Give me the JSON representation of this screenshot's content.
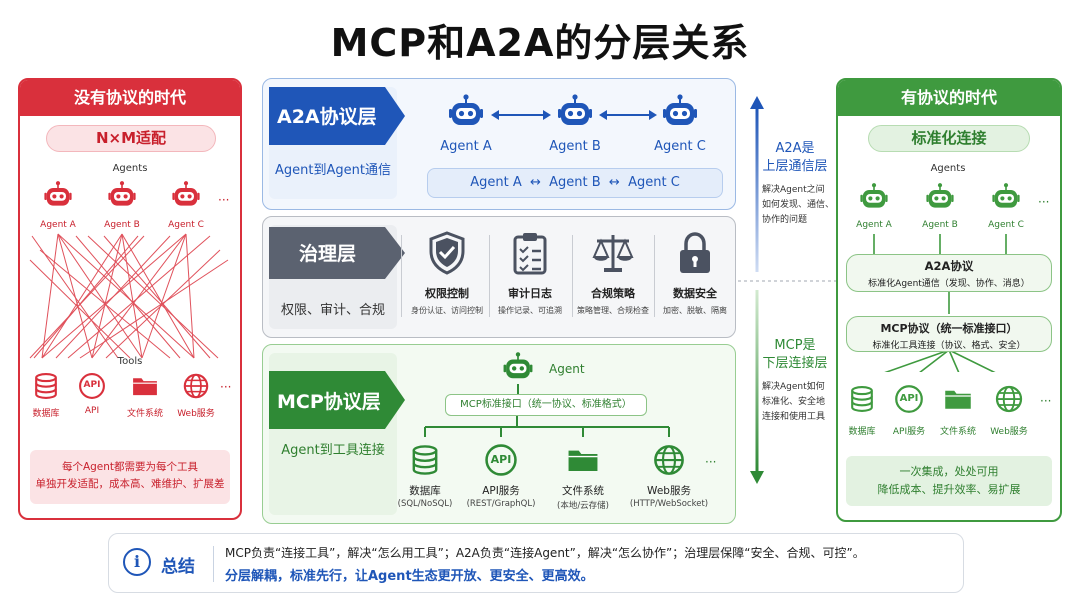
{
  "title": "MCP和A2A的分层关系",
  "left": {
    "header": "没有协议的时代",
    "pill": "N×M适配",
    "agents_label": "Agents",
    "agents": [
      "Agent A",
      "Agent B",
      "Agent C"
    ],
    "ellipsis": "···",
    "tools_label": "Tools",
    "tools": [
      {
        "label": "数据库",
        "icon": "database-icon"
      },
      {
        "label": "API",
        "icon": "api-icon"
      },
      {
        "label": "文件系统",
        "icon": "folder-icon"
      },
      {
        "label": "Web服务",
        "icon": "globe-icon"
      }
    ],
    "api_glyph": "API",
    "note_line1": "每个Agent都需要为每个工具",
    "note_line2": "单独开发适配，成本高、难维护、扩展差",
    "color": "#d9303c"
  },
  "a2a_layer": {
    "tag": "A2A协议层",
    "sub": "Agent到Agent通信",
    "agents": [
      "Agent A",
      "Agent B",
      "Agent C"
    ],
    "flow": "Agent A  ↔  Agent B  ↔  Agent C",
    "color": "#1f56b8"
  },
  "gov_layer": {
    "tag": "治理层",
    "sub": "权限、审计、合规",
    "items": [
      {
        "title": "权限控制",
        "sub": "身份认证、访问控制",
        "icon": "shield-check-icon"
      },
      {
        "title": "审计日志",
        "sub": "操作记录、可追溯",
        "icon": "clipboard-list-icon"
      },
      {
        "title": "合规策略",
        "sub": "策略管理、合规检查",
        "icon": "scales-icon"
      },
      {
        "title": "数据安全",
        "sub": "加密、脱敏、隔离",
        "icon": "lock-icon"
      }
    ],
    "color": "#5b6270"
  },
  "mcp_layer": {
    "tag": "MCP协议层",
    "sub": "Agent到工具连接",
    "agent_label": "Agent",
    "interface": "MCP标准接口（统一协议、标准格式）",
    "tools": [
      {
        "title": "数据库",
        "sub": "(SQL/NoSQL)",
        "icon": "database-icon"
      },
      {
        "title": "API服务",
        "sub": "(REST/GraphQL)",
        "icon": "api-icon"
      },
      {
        "title": "文件系统",
        "sub": "(本地/云存储)",
        "icon": "folder-icon"
      },
      {
        "title": "Web服务",
        "sub": "(HTTP/WebSocket)",
        "icon": "globe-icon"
      }
    ],
    "api_glyph": "API",
    "ellipsis": "···",
    "color": "#2f8a36"
  },
  "side_upper": {
    "title_line1": "A2A是",
    "title_line2": "上层通信层",
    "desc": [
      "解决Agent之间",
      "如何发现、通信、",
      "协作的问题"
    ]
  },
  "side_lower": {
    "title_line1": "MCP是",
    "title_line2": "下层连接层",
    "desc": [
      "解决Agent如何",
      "标准化、安全地",
      "连接和使用工具"
    ]
  },
  "right": {
    "header": "有协议的时代",
    "pill": "标准化连接",
    "agents_label": "Agents",
    "agents": [
      "Agent A",
      "Agent B",
      "Agent C"
    ],
    "ellipsis": "···",
    "a2a_box_title": "A2A协议",
    "a2a_box_sub": "标准化Agent通信（发现、协作、消息）",
    "mcp_box_title": "MCP协议（统一标准接口）",
    "mcp_box_sub": "标准化工具连接（协议、格式、安全）",
    "tools": [
      {
        "label": "数据库",
        "icon": "database-icon"
      },
      {
        "label": "API服务",
        "icon": "api-icon"
      },
      {
        "label": "文件系统",
        "icon": "folder-icon"
      },
      {
        "label": "Web服务",
        "icon": "globe-icon"
      }
    ],
    "api_glyph": "API",
    "note_line1": "一次集成，处处可用",
    "note_line2": "降低成本、提升效率、易扩展",
    "color": "#3f9a3f"
  },
  "summary": {
    "info_glyph": "i",
    "label": "总结",
    "line1": "MCP负责“连接工具”，解决“怎么用工具”；A2A负责“连接Agent”，解决“怎么协作”；治理层保障“安全、合规、可控”。",
    "line2": "分层解耦，标准先行，让Agent生态更开放、更安全、更高效。"
  }
}
